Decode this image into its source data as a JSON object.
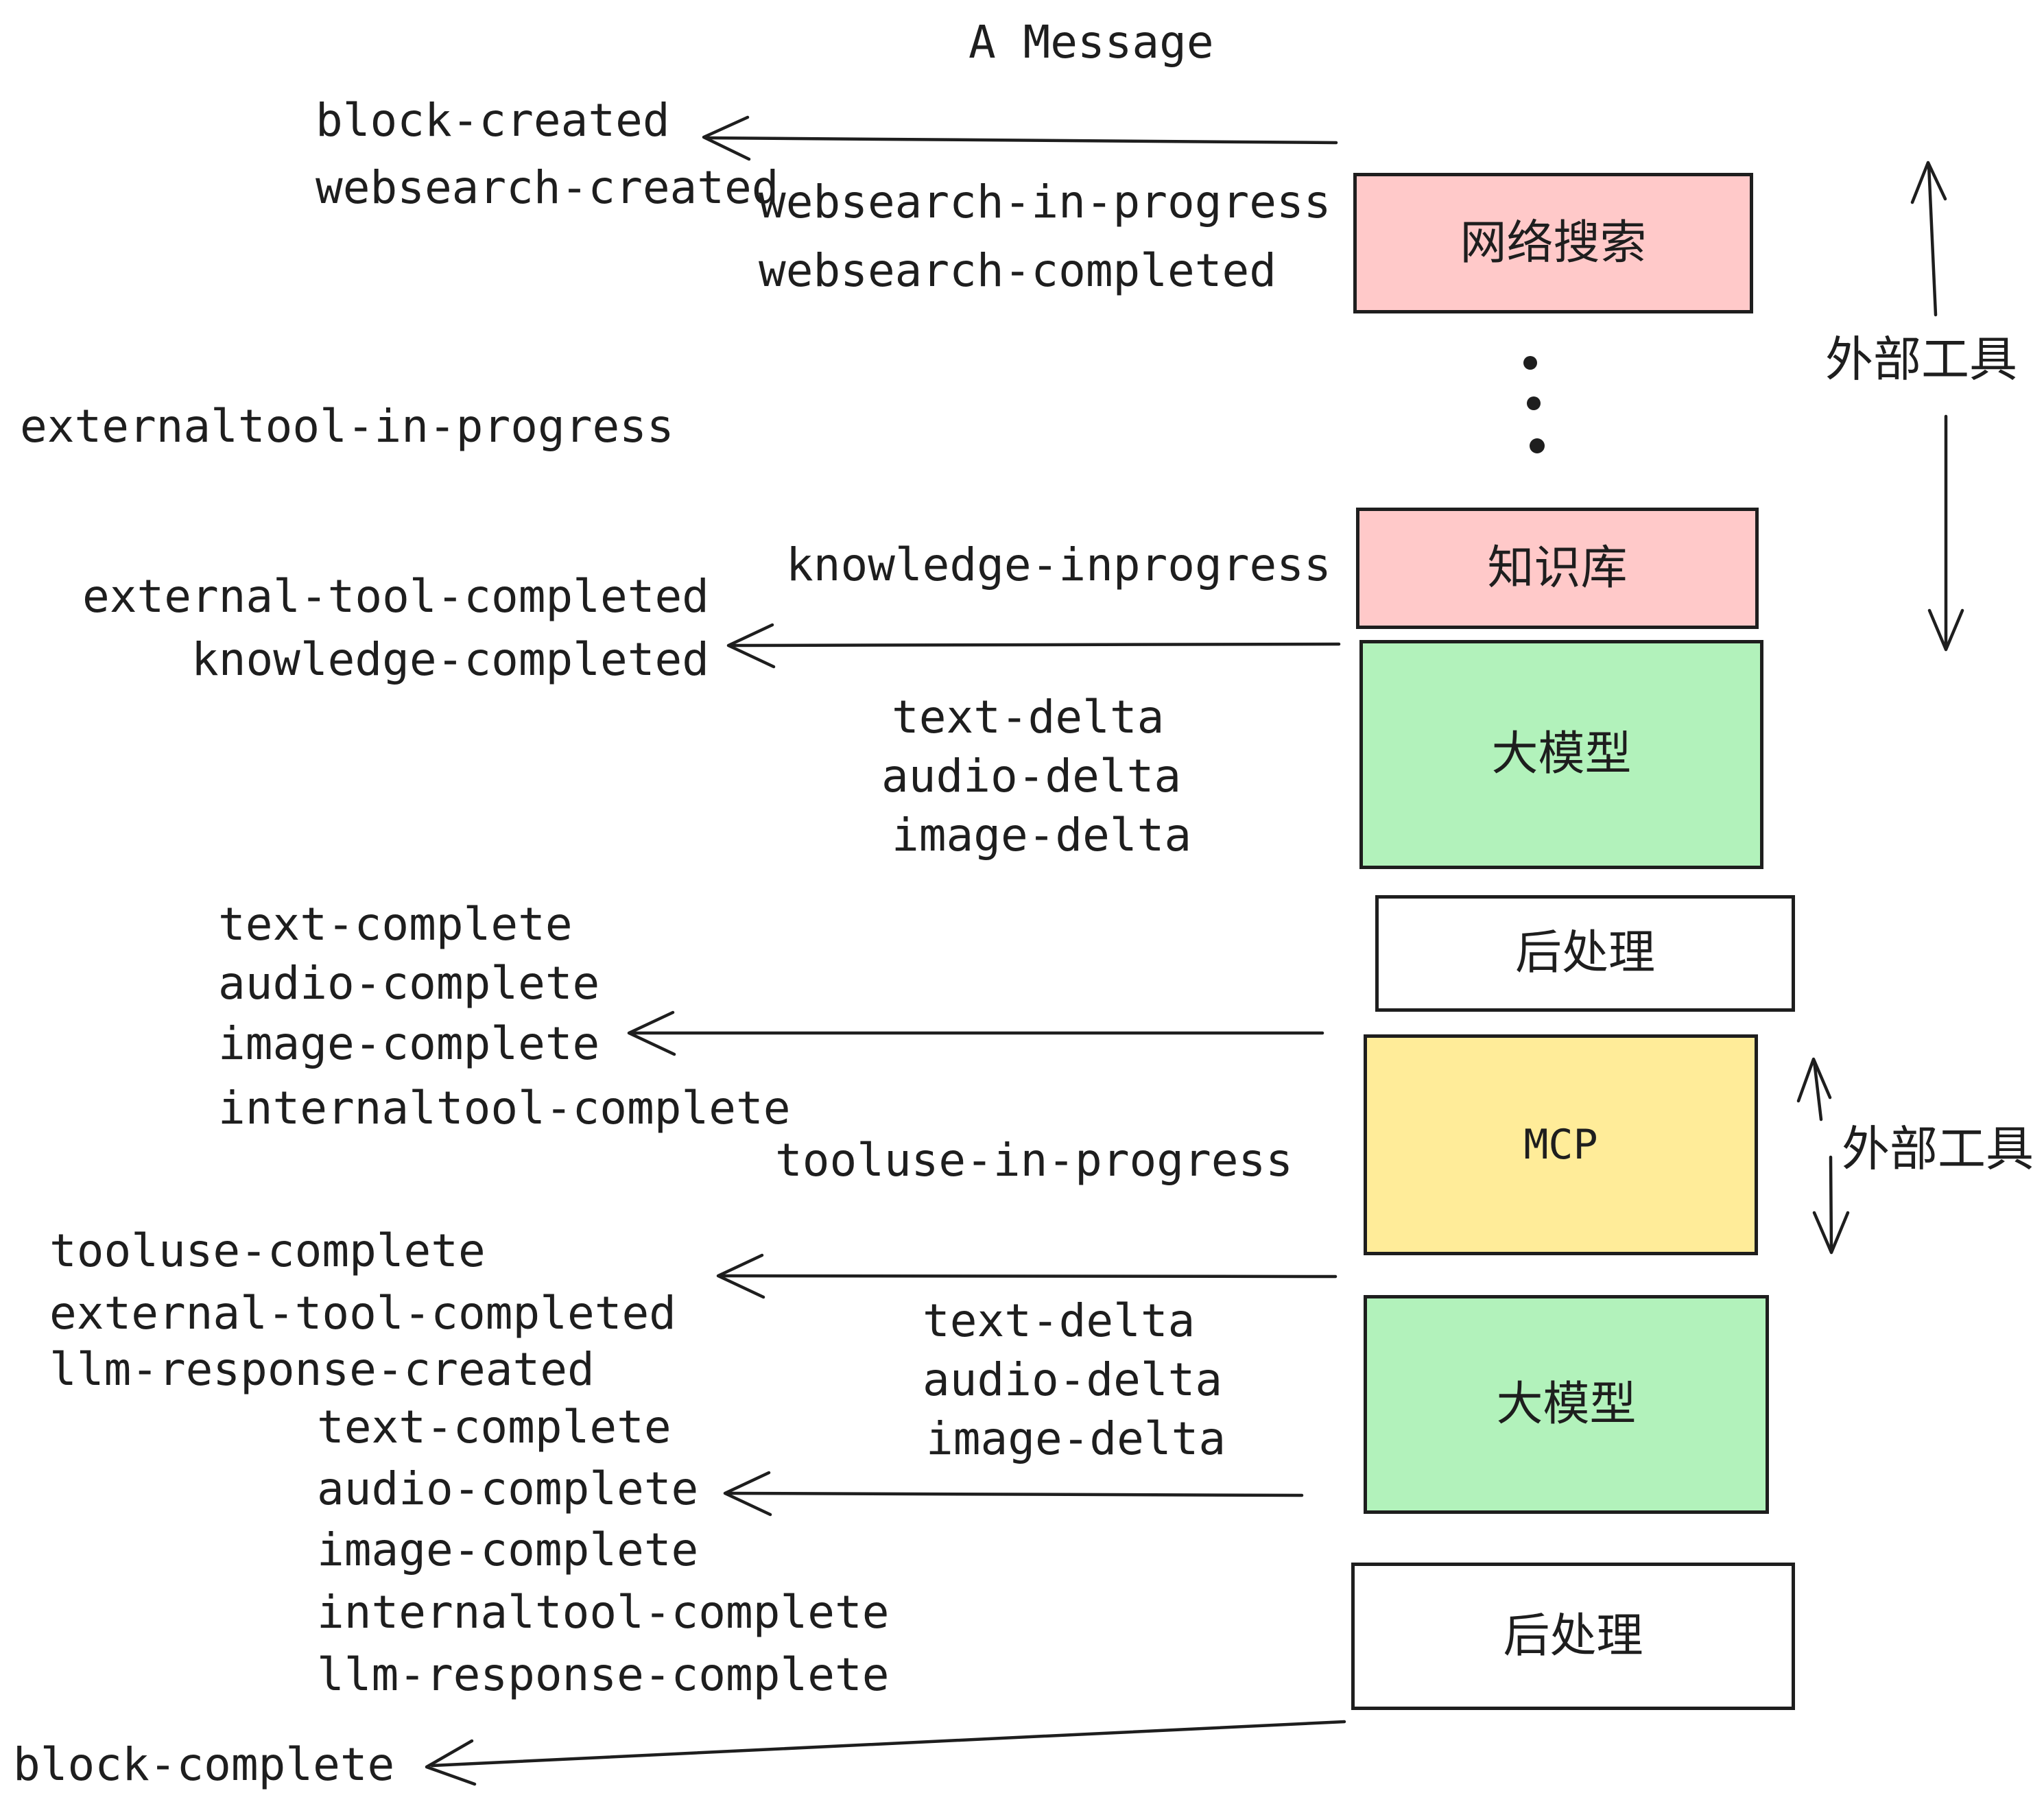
{
  "title": "A Message",
  "colors": {
    "ink": "#1e1e1e",
    "pink": "#ffc9c9",
    "green": "#b2f2bb",
    "yellow": "#ffec99",
    "white": "#ffffff"
  },
  "boxes": [
    {
      "id": "websearch",
      "label": "网络搜索",
      "fill": "pink"
    },
    {
      "id": "knowledge",
      "label": "知识库",
      "fill": "pink"
    },
    {
      "id": "llm-1",
      "label": "大模型",
      "fill": "green"
    },
    {
      "id": "post-1",
      "label": "后处理",
      "fill": "white"
    },
    {
      "id": "mcp",
      "label": "MCP",
      "fill": "yellow"
    },
    {
      "id": "llm-2",
      "label": "大模型",
      "fill": "green"
    },
    {
      "id": "post-2",
      "label": "后处理",
      "fill": "white"
    }
  ],
  "events": [
    "block-created",
    "websearch-created",
    "websearch-in-progress",
    "websearch-completed",
    "externaltool-in-progress",
    "knowledge-inprogress",
    "external-tool-completed",
    "knowledge-completed",
    "text-delta",
    "audio-delta",
    "image-delta",
    "text-complete",
    "audio-complete",
    "image-complete",
    "internaltool-complete",
    "tooluse-in-progress",
    "tooluse-complete",
    "external-tool-completed",
    "llm-response-created",
    "text-complete",
    "audio-complete",
    "image-complete",
    "internaltool-complete",
    "llm-response-complete",
    "block-complete",
    "text-delta",
    "audio-delta",
    "image-delta"
  ],
  "side_labels": [
    "外部工具",
    "外部工具"
  ]
}
